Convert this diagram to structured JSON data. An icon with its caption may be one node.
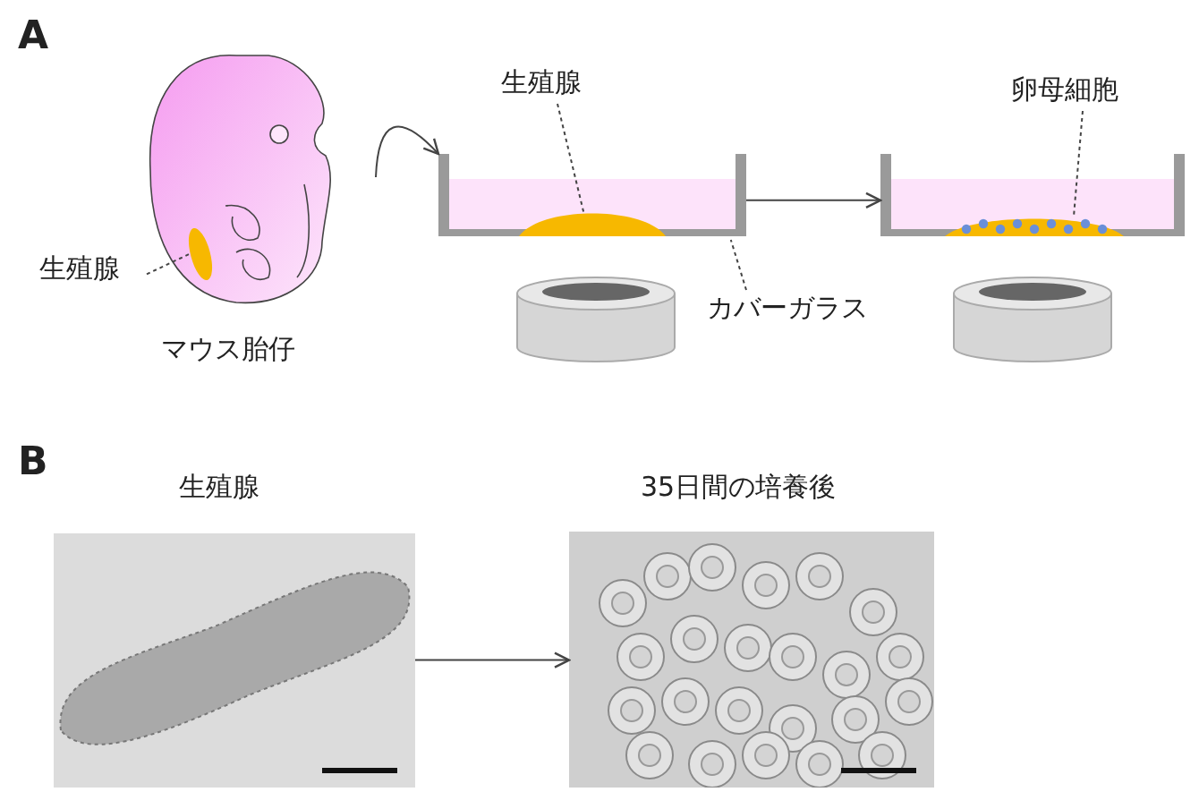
{
  "diagram": {
    "nodes": [
      {
        "text": [
          "マウス胎仔"
        ]
      },
      {
        "text": [
          "生殖腺"
        ]
      },
      {
        "text": [],
        "shape": "ellipse",
        "in": 0
      },
      {
        "text": [],
        "shape": "picture"
      },
      {
        "text": [
          "生殖腺"
        ]
      },
      {
        "text": [],
        "shape": "picture",
        "in": 3
      },
      {
        "text": [],
        "shape": "picture"
      },
      {
        "text": [
          "卵母細胞"
        ]
      },
      {
        "text": [],
        "shape": "picture",
        "in": 6
      },
      {
        "text": [
          "カバーガラス"
        ]
      },
      {
        "text": [
          "生殖腺"
        ]
      },
      {
        "text": [
          "35日間の培養後"
        ]
      }
    ],
    "edges": [
      {
        "from": 1,
        "to": 2,
        "arrow": "none",
        "style": "dashed"
      },
      {
        "from": 0,
        "to": 3,
        "arrow": "to"
      },
      {
        "from": 4,
        "to": 5,
        "arrow": "none",
        "style": "dashed"
      },
      {
        "from": 3,
        "to": 6,
        "arrow": "to"
      },
      {
        "from": 7,
        "to": 8,
        "arrow": "none",
        "style": "dashed"
      },
      {
        "from": 9,
        "to": 3,
        "arrow": "none",
        "style": "dashed"
      },
      {
        "from": 10,
        "to": 11,
        "arrow": "to"
      }
    ],
    "labels": [
      "A",
      "B"
    ]
  }
}
